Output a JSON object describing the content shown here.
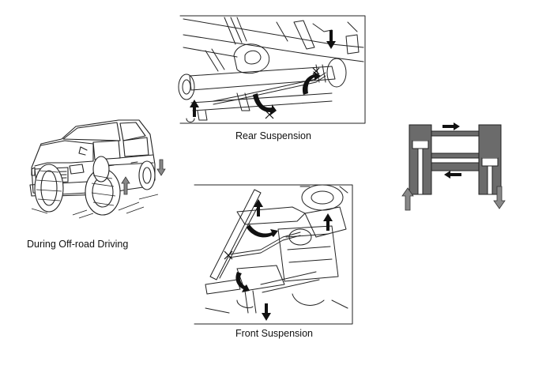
{
  "labels": {
    "offroad": "During Off-road Driving",
    "rear": "Rear Suspension",
    "front": "Front Suspension"
  },
  "colors": {
    "line": "#222222",
    "arrow_dark": "#111111",
    "arrow_gray": "#888888",
    "cylinder_fill": "#6b6b6b",
    "background": "#ffffff"
  },
  "icons": {
    "up_arrow": "arrow-up-icon",
    "down_arrow": "arrow-down-icon",
    "right_arrow": "arrow-right-icon",
    "left_arrow": "arrow-left-icon"
  }
}
